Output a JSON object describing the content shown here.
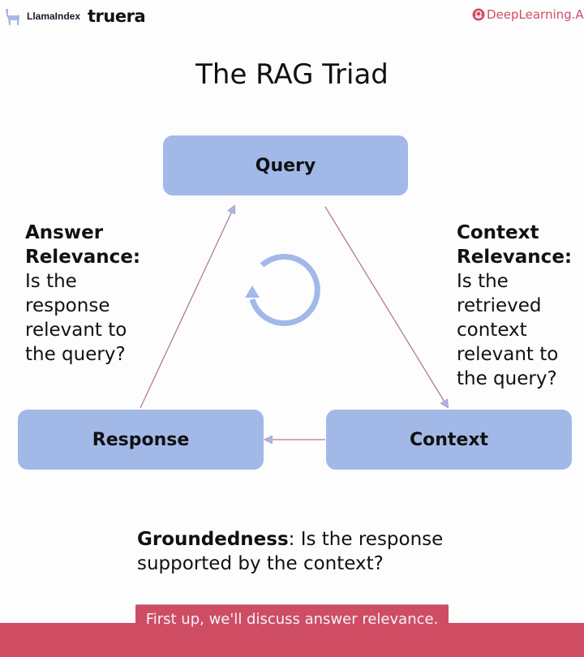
{
  "header": {
    "left_brand_1": "LlamaIndex",
    "left_brand_2": "truera",
    "right_brand": "DeepLearning.AI",
    "icons": {
      "llama": "llama-logo-icon",
      "deeplearning": "deeplearning-logo-icon"
    },
    "brand_color": "#d24d64"
  },
  "title": "The RAG Triad",
  "nodes": {
    "query": "Query",
    "response": "Response",
    "context": "Context",
    "fill_color": "#a2b9e8"
  },
  "edges": [
    {
      "from": "Response",
      "to": "Query"
    },
    {
      "from": "Query",
      "to": "Context"
    },
    {
      "from": "Context",
      "to": "Response"
    }
  ],
  "center_icon": "cycle-arrow-icon",
  "answer_relevance": {
    "heading_1": "Answer",
    "heading_2": "Relevance:",
    "lines": [
      "Is the",
      "response",
      "relevant to",
      "the query?"
    ]
  },
  "context_relevance": {
    "heading_1": "Context",
    "heading_2": "Relevance:",
    "lines": [
      "Is the",
      "retrieved",
      "context",
      "relevant to",
      "the query?"
    ]
  },
  "groundedness": {
    "heading": "Groundedness",
    "text_1": ": Is the response",
    "text_2": "supported by the context?"
  },
  "caption": "First up, we'll discuss answer relevance.",
  "caption_color": "#cf4d63"
}
